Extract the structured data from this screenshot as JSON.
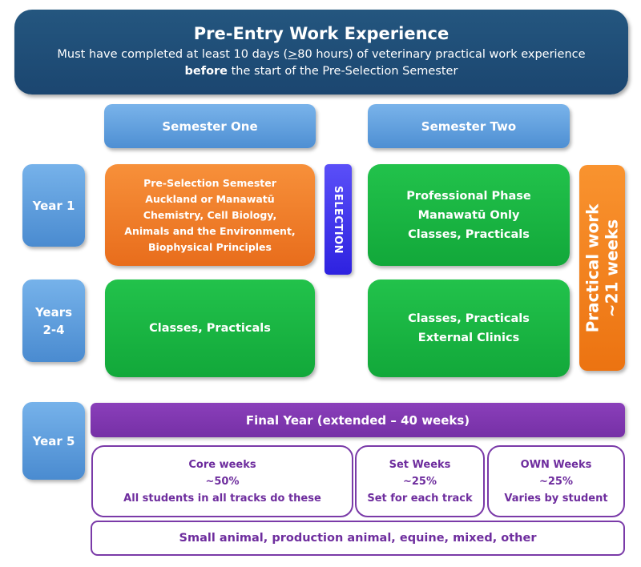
{
  "header": {
    "title": "Pre-Entry Work Experience",
    "sub_part1": "Must have completed at least 10 days (",
    "sub_ge": ">",
    "sub_part2": "80 hours) of veterinary practical work experience",
    "sub_bold": "before",
    "sub_part3": " the start of the Pre-Selection Semester"
  },
  "semesters": [
    "Semester One",
    "Semester Two"
  ],
  "years": {
    "year1": "Year 1",
    "years24": [
      "Years",
      "2-4"
    ],
    "year5": "Year 5"
  },
  "blocks": {
    "preselection": [
      "Pre-Selection Semester",
      "Auckland or Manawatū",
      "Chemistry, Cell Biology,",
      "Animals and the Environment,",
      "Biophysical Principles"
    ],
    "professional": [
      "Professional Phase",
      "Manawatū Only",
      "Classes, Practicals"
    ],
    "years24_sem1": "Classes, Practicals",
    "years24_sem2": [
      "Classes, Practicals",
      "External Clinics"
    ],
    "selection": "SELECTION",
    "practical_work": [
      "Practical work",
      "~21 weeks"
    ]
  },
  "final_year": {
    "title": "Final Year (extended – 40 weeks)",
    "core": [
      "Core weeks",
      "~50%",
      "All students in all tracks do these"
    ],
    "set": [
      "Set Weeks",
      "~25%",
      "Set for each track"
    ],
    "own": [
      "OWN Weeks",
      "~25%",
      "Varies by student"
    ],
    "tracks": "Small animal, production animal, equine, mixed, other"
  },
  "colors": {
    "header": "#1f4e79",
    "semester": "#5b9bd5",
    "green": "#1ab545",
    "orange": "#f07c24",
    "selection": "#3a2ff0",
    "purple": "#7f35ab"
  }
}
